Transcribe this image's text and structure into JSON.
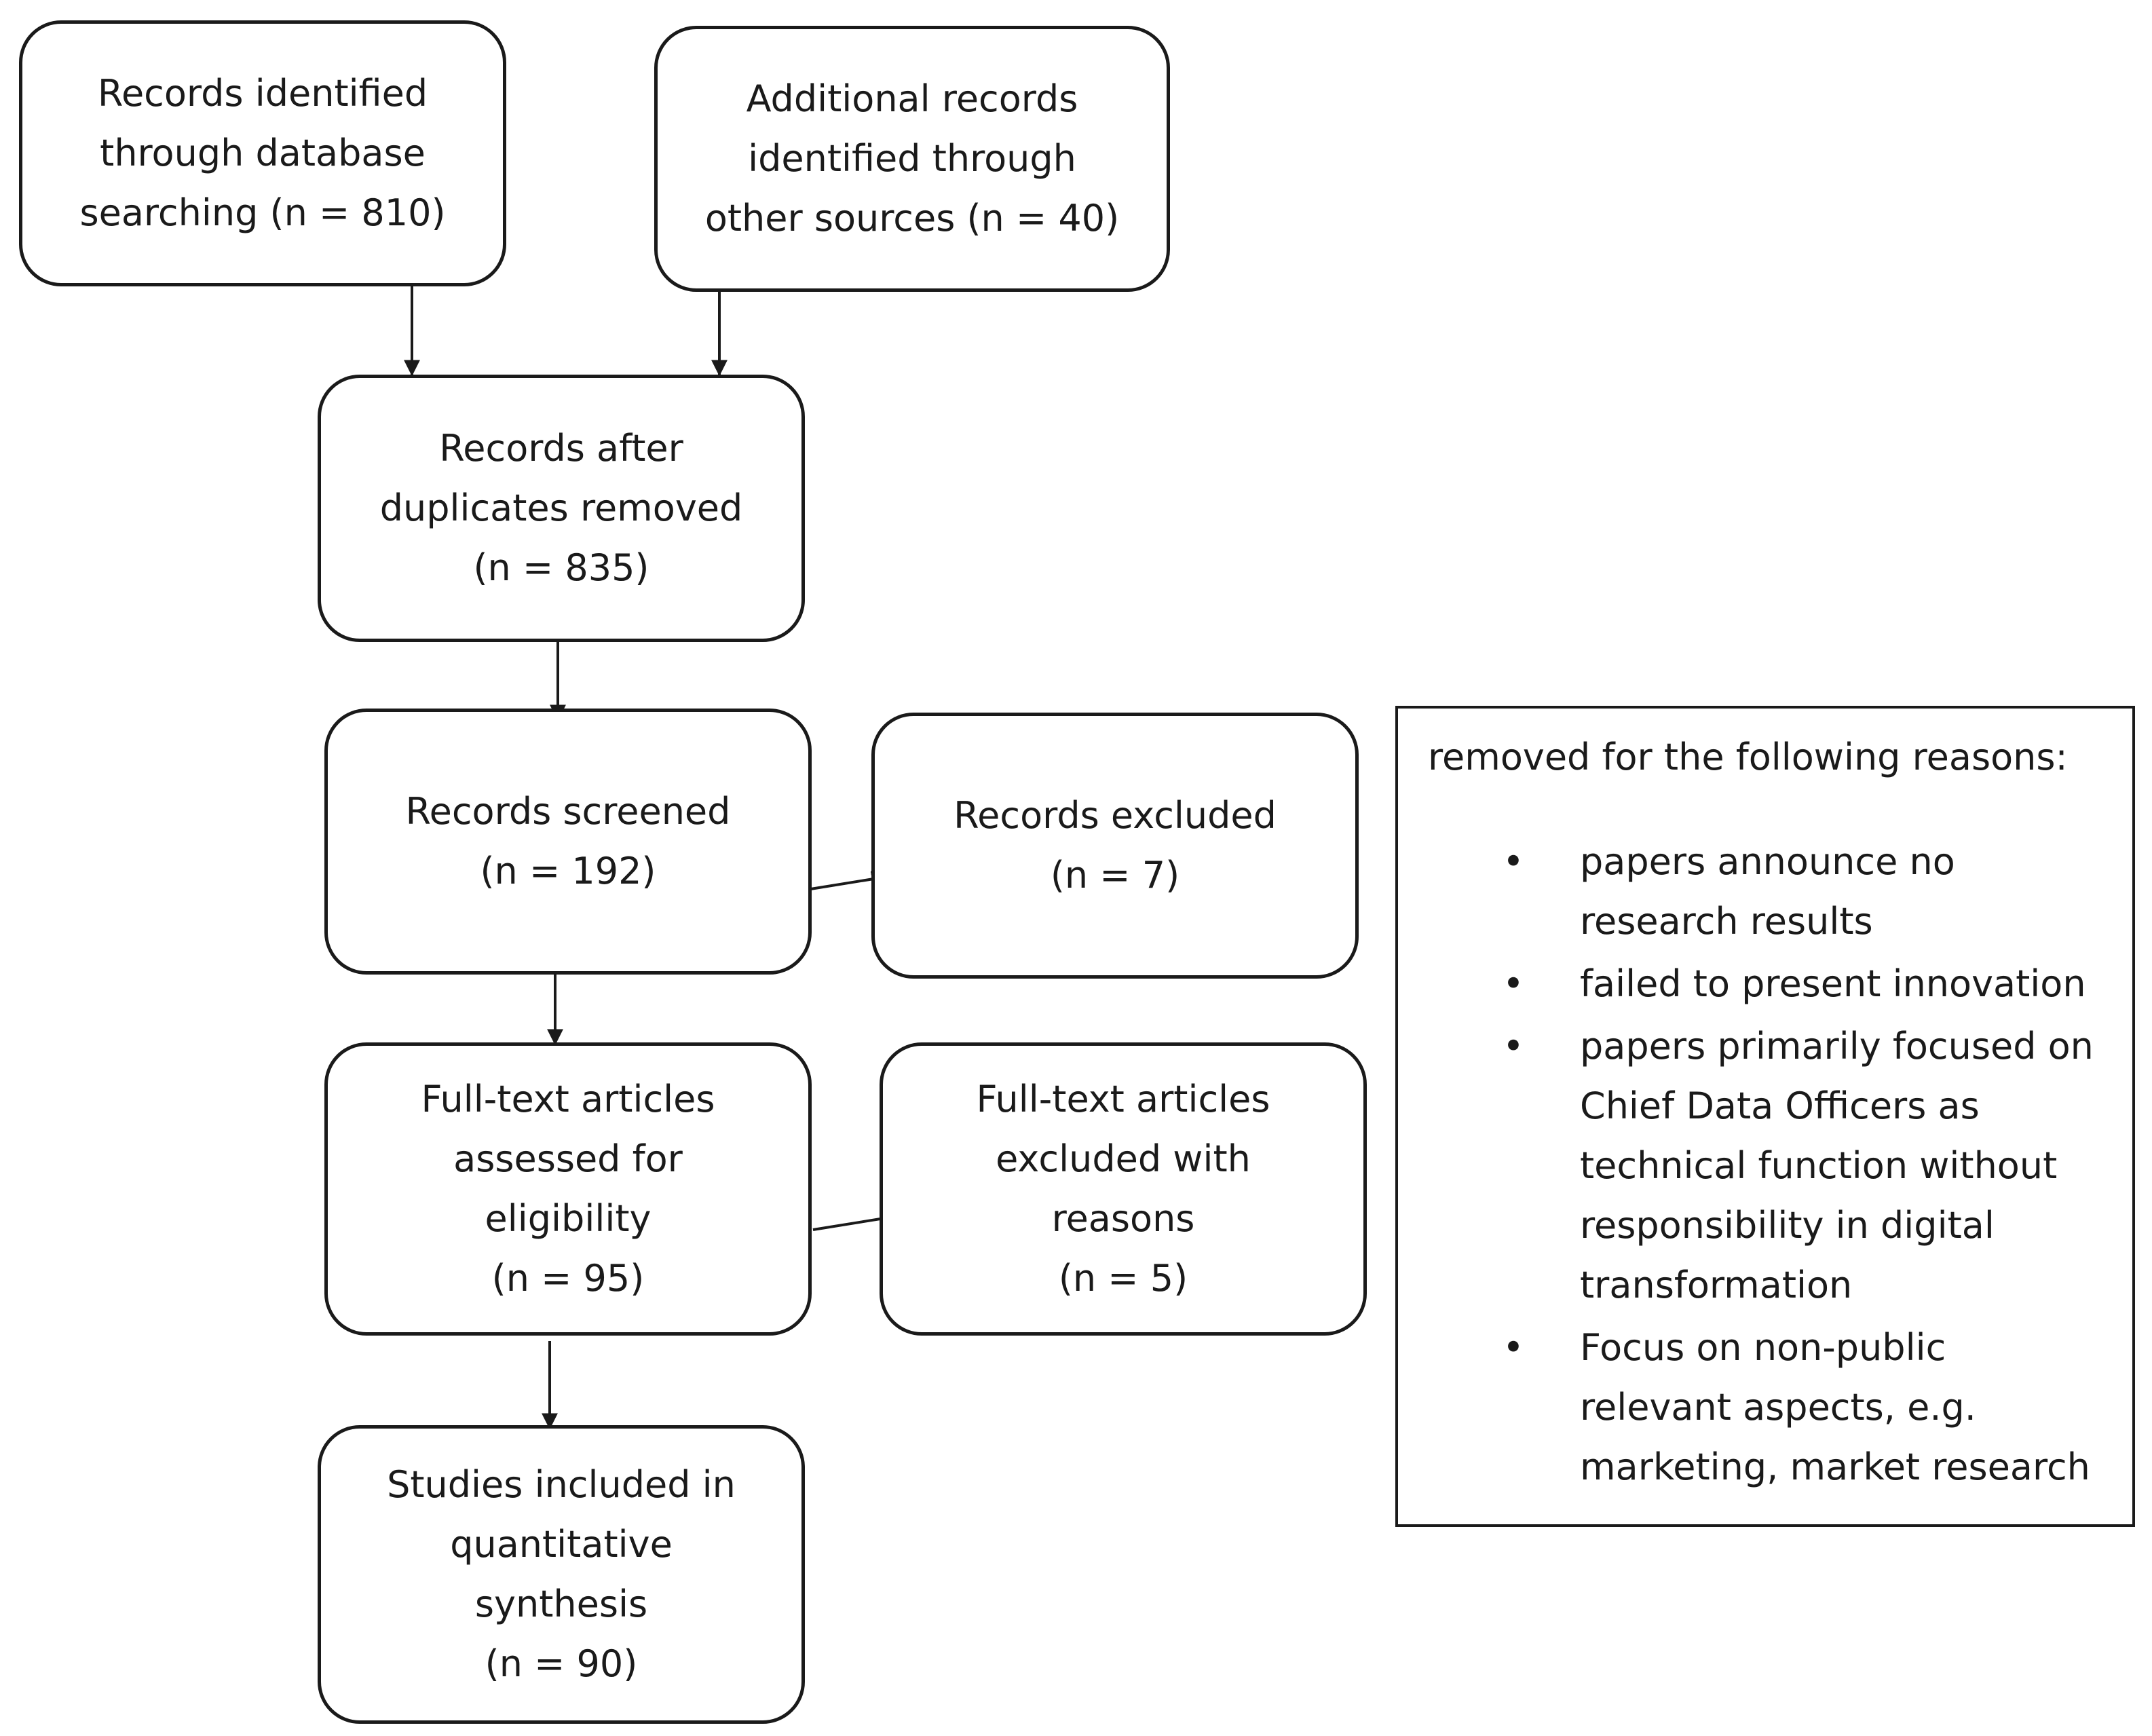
{
  "boxes": {
    "database": {
      "lines": [
        "Records identified",
        "through database",
        "searching (n = 810)"
      ]
    },
    "other_sources": {
      "lines": [
        "Additional records",
        "identified through",
        "other sources (n = 40)"
      ]
    },
    "after_duplicates": {
      "lines": [
        "Records after",
        "duplicates removed",
        "(n = 835)"
      ]
    },
    "screened": {
      "lines": [
        "Records screened",
        "(n = 192)"
      ]
    },
    "excluded": {
      "lines": [
        "Records excluded",
        "(n = 7)"
      ]
    },
    "fulltext_assessed": {
      "lines": [
        "Full-text articles",
        "assessed for",
        "eligibility",
        "(n = 95)"
      ]
    },
    "fulltext_excluded": {
      "lines": [
        "Full-text articles",
        "excluded with",
        "reasons",
        "(n = 5)"
      ]
    },
    "included": {
      "lines": [
        "Studies included in",
        "quantitative",
        "synthesis",
        "(n = 90)"
      ]
    }
  },
  "reasons_box": {
    "heading": "removed for the following reasons:",
    "bullet_symbol": "•",
    "items": [
      {
        "lines": [
          "papers announce no",
          "research results"
        ]
      },
      {
        "lines": [
          "failed to present innovation"
        ]
      },
      {
        "lines": [
          "papers primarily focused on",
          "Chief Data Officers as",
          "technical function without",
          "responsibility in digital",
          "transformation"
        ]
      },
      {
        "lines": [
          "Focus on non-public",
          "relevant aspects, e.g.",
          "marketing, market research"
        ]
      }
    ]
  },
  "colors": {
    "stroke": "#1a1a1a",
    "background": "#ffffff"
  }
}
